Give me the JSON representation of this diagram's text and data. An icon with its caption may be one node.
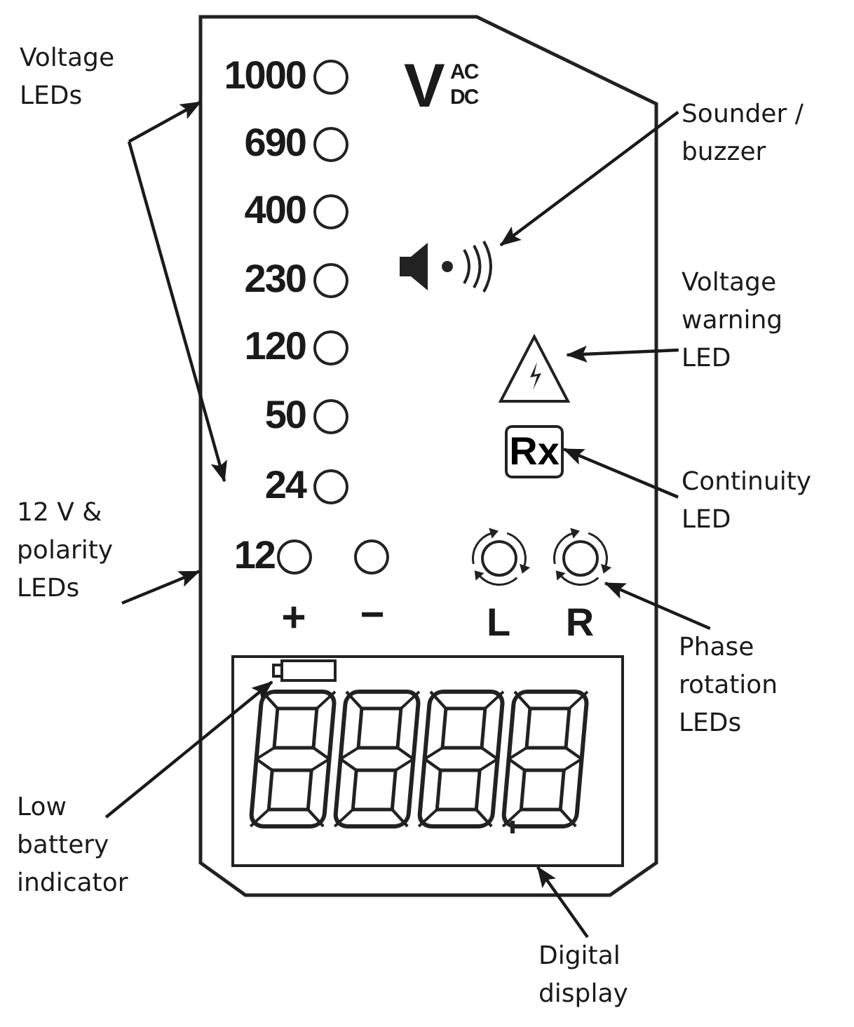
{
  "diagram": {
    "nodes": [
      {
        "text": [
          "Voltage LEDs"
        ]
      },
      {
        "text": [
          "Sounder / buzzer"
        ]
      },
      {
        "text": [
          "Voltage warning LED"
        ]
      },
      {
        "text": [
          "Continuity LED"
        ]
      },
      {
        "text": [
          "12 V & polarity LEDs"
        ]
      },
      {
        "text": [
          "Phase rotation LEDs"
        ]
      },
      {
        "text": [
          "Low battery indicator"
        ]
      },
      {
        "text": [
          "Digital display"
        ]
      },
      {
        "text": [],
        "shape": "box"
      },
      {
        "text": [],
        "shape": "picture",
        "in": 8
      },
      {
        "text": [],
        "shape": "triangle",
        "in": 8
      },
      {
        "text": [
          "Rx"
        ],
        "in": 8
      },
      {
        "text": [],
        "shape": "circle",
        "in": 8
      },
      {
        "text": [],
        "shape": "circle",
        "in": 8
      },
      {
        "text": [],
        "shape": "box",
        "in": 15
      },
      {
        "text": [],
        "shape": "box",
        "in": 8
      }
    ],
    "edges": [
      {
        "from": 0,
        "to": 8,
        "arrow": "to"
      },
      {
        "from": 0,
        "to": 8,
        "arrow": "to"
      },
      {
        "from": 1,
        "to": 9,
        "arrow": "to"
      },
      {
        "from": 2,
        "to": 10,
        "arrow": "to"
      },
      {
        "from": 3,
        "to": 11,
        "arrow": "to"
      },
      {
        "from": 4,
        "to": 8,
        "arrow": "to"
      },
      {
        "from": 5,
        "to": 13,
        "arrow": "to"
      },
      {
        "from": 6,
        "to": 14,
        "arrow": "to"
      },
      {
        "from": 7,
        "to": 15,
        "arrow": "to"
      }
    ],
    "labels": [
      "1000",
      "V",
      "AC",
      "DC",
      "690",
      "400",
      "230",
      "120",
      "50",
      "24",
      "12",
      "+",
      "−",
      "L",
      "R"
    ]
  }
}
